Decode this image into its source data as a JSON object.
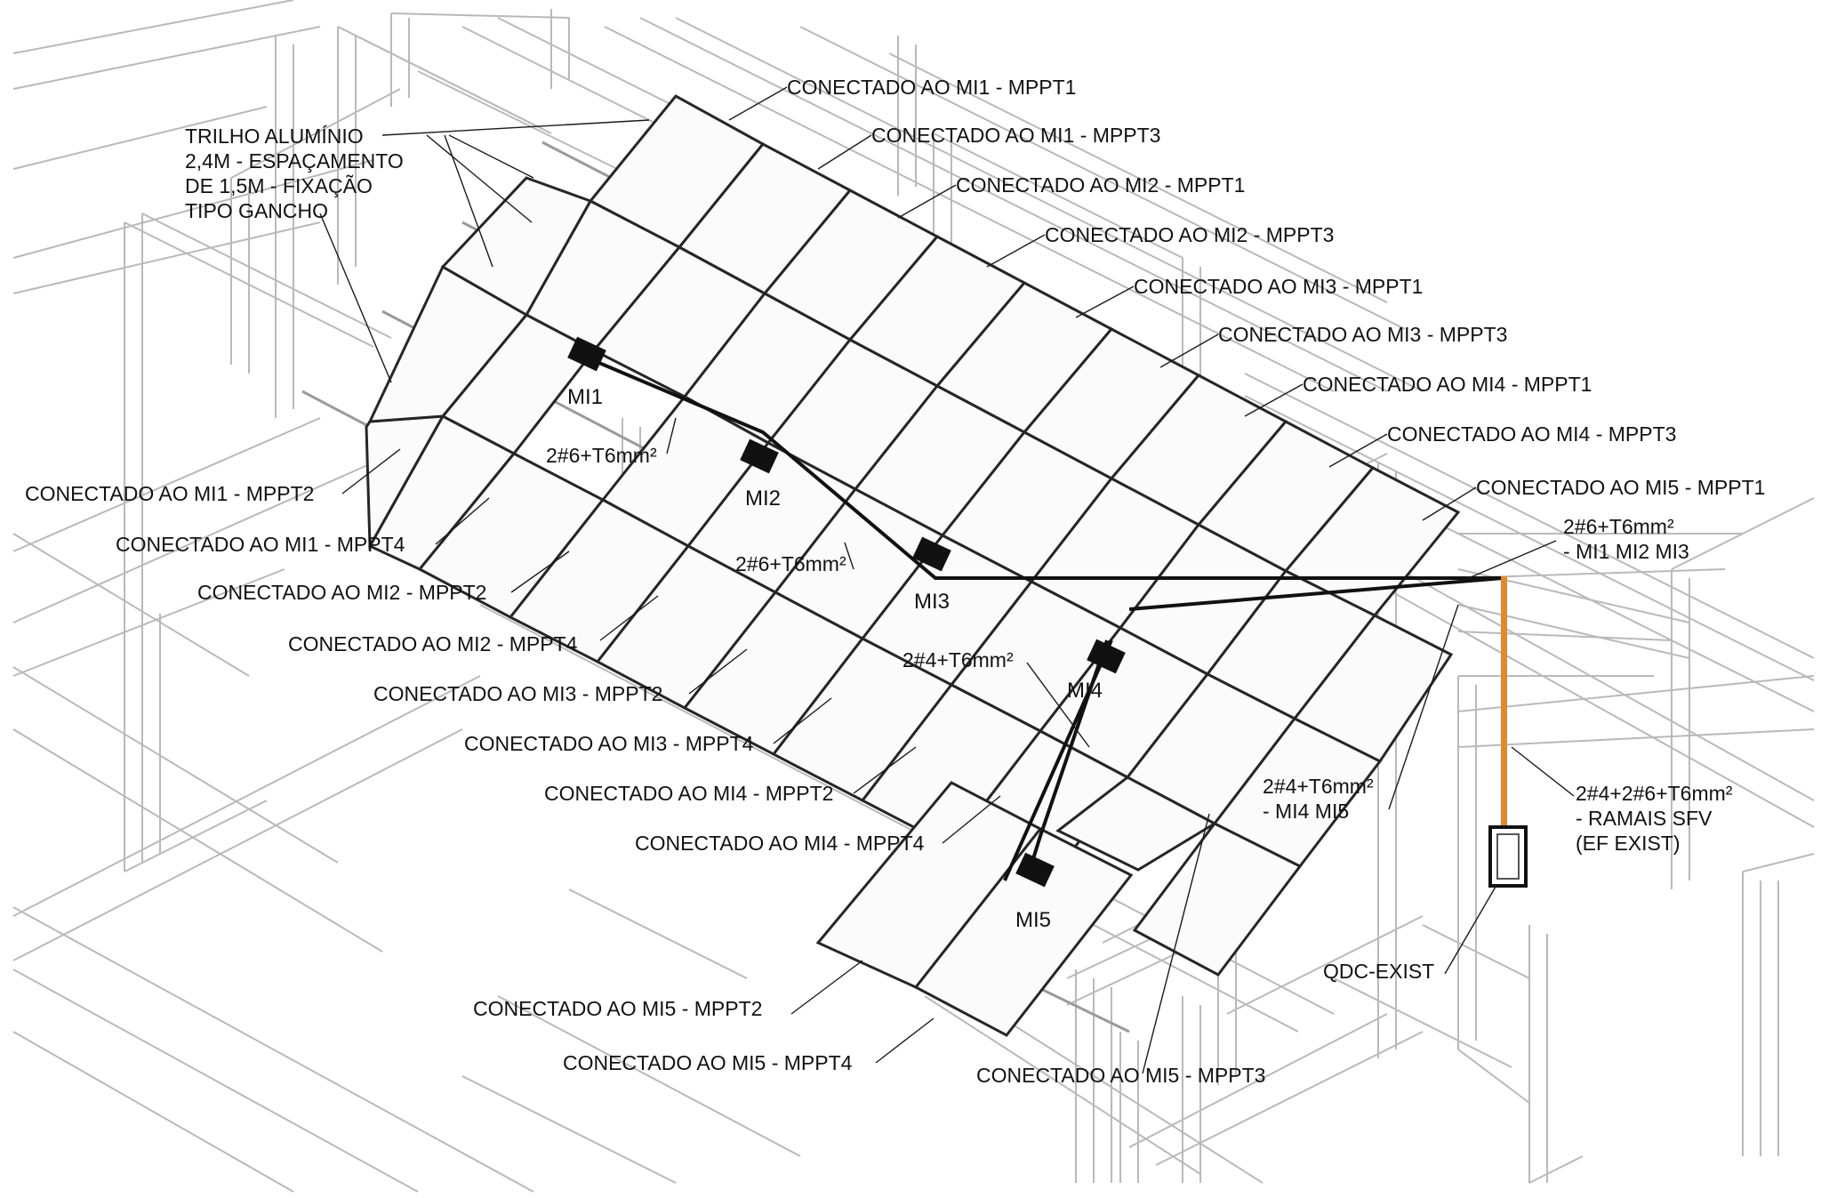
{
  "rail_note": [
    "TRILHO ALUMÍNIO",
    "2,4M - ESPAÇAMENTO",
    "DE 1,5M - FIXAÇÃO",
    "TIPO GANCHO"
  ],
  "top_labels": [
    "CONECTADO AO MI1 - MPPT1",
    "CONECTADO AO MI1 - MPPT3",
    "CONECTADO AO MI2 - MPPT1",
    "CONECTADO AO MI2 - MPPT3",
    "CONECTADO AO MI3 - MPPT1",
    "CONECTADO AO MI3 - MPPT3",
    "CONECTADO AO MI4 - MPPT1",
    "CONECTADO AO MI4 - MPPT3",
    "CONECTADO AO MI5 - MPPT1"
  ],
  "bottom_labels": [
    "CONECTADO AO MI1 - MPPT2",
    "CONECTADO AO MI1 - MPPT4",
    "CONECTADO AO MI2 - MPPT2",
    "CONECTADO AO MI2 - MPPT4",
    "CONECTADO AO MI3 - MPPT2",
    "CONECTADO AO MI3 - MPPT4",
    "CONECTADO AO MI4 - MPPT2",
    "CONECTADO AO MI4 - MPPT4",
    "CONECTADO AO MI5 - MPPT2",
    "CONECTADO AO MI5 - MPPT4"
  ],
  "mi5_mppt3": "CONECTADO AO MI5 - MPPT3",
  "inverters": [
    "MI1",
    "MI2",
    "MI3",
    "MI4",
    "MI5"
  ],
  "cable_labels": {
    "c1": "2#6+T6mm²",
    "c2": "2#6+T6mm²",
    "c3": "2#4+T6mm²",
    "feed_a": [
      "2#6+T6mm²",
      "- MI1 MI2 MI3"
    ],
    "feed_b": [
      "2#4+T6mm²",
      "- MI4 MI5"
    ],
    "ramais": [
      "2#4+2#6+T6mm²",
      "- RAMAIS SFV",
      "(EF EXIST)"
    ]
  },
  "qdc": "QDC-EXIST",
  "colors": {
    "conduit": "#e08a2c",
    "lines": "#222222",
    "background_lines": "#b9b9b9"
  }
}
